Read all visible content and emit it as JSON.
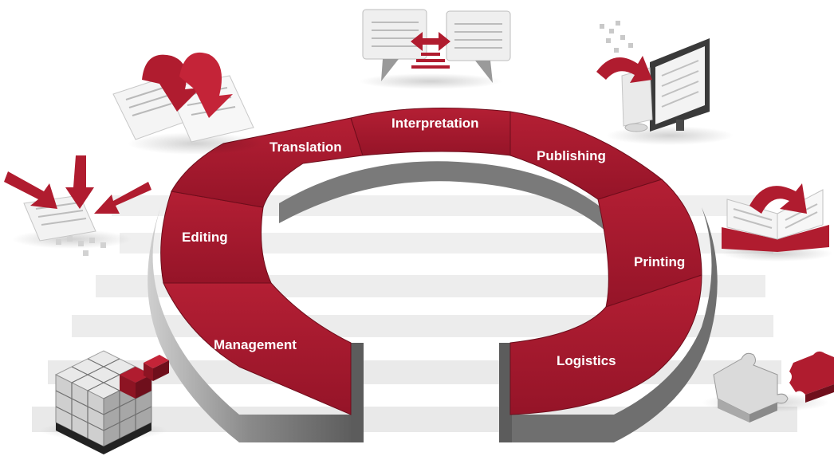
{
  "diagram": {
    "segments": [
      {
        "id": "management",
        "label": "Management"
      },
      {
        "id": "editing",
        "label": "Editing"
      },
      {
        "id": "translation",
        "label": "Translation"
      },
      {
        "id": "interpretation",
        "label": "Interpretation"
      },
      {
        "id": "publishing",
        "label": "Publishing"
      },
      {
        "id": "printing",
        "label": "Printing"
      },
      {
        "id": "logistics",
        "label": "Logistics"
      }
    ]
  },
  "colors": {
    "segment_red": "#a8192e",
    "segment_red_dark": "#7c0f1f",
    "ring_side_grey": "#8d8d8d",
    "stripe_grey": "#ececec"
  },
  "icons": [
    "document-arrows-icon",
    "speech-bubbles-icon",
    "computer-monitor-icon",
    "incoming-arrows-icon",
    "open-book-icon",
    "cube-stack-icon",
    "puzzle-pieces-icon"
  ]
}
